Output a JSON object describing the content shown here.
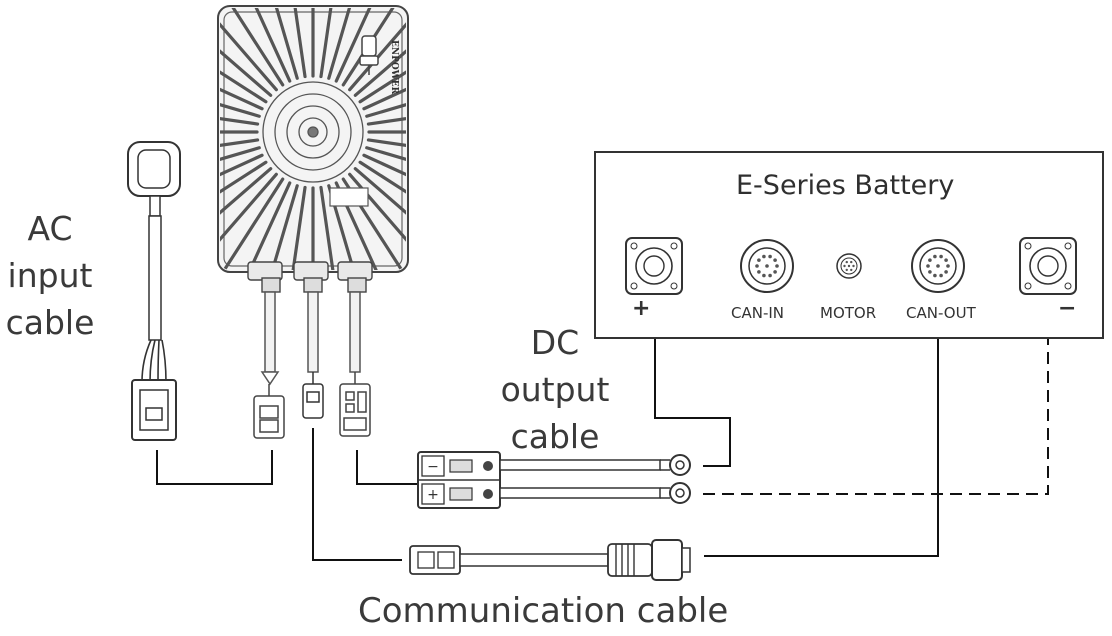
{
  "battery": {
    "title": "E-Series Battery",
    "ports": {
      "plus": "+",
      "can_in": "CAN-IN",
      "motor": "MOTOR",
      "can_out": "CAN-OUT",
      "minus": "−"
    }
  },
  "charger": {
    "brand": "ENPOWER"
  },
  "labels": {
    "ac_input": [
      "AC",
      "input",
      "cable"
    ],
    "dc_output": [
      "DC",
      "output",
      "cable"
    ],
    "communication": "Communication cable"
  }
}
